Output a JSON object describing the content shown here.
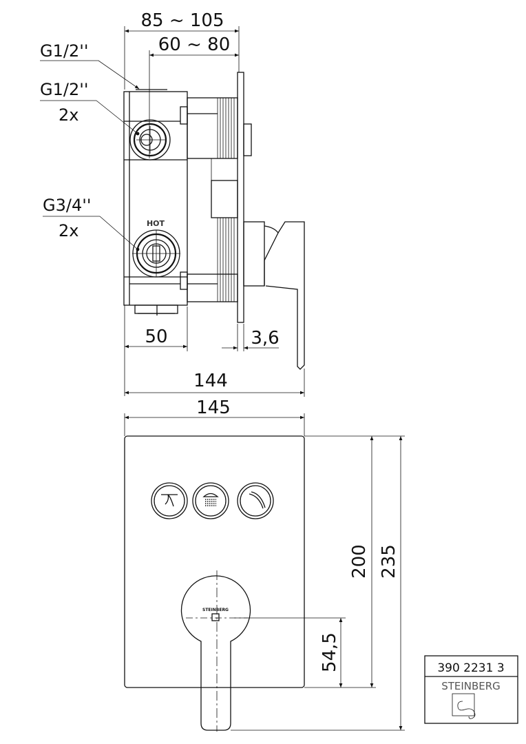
{
  "dimensions": {
    "depth_range_total": "85 ~ 105",
    "depth_range_inner": "60 ~ 80",
    "box_width": "50",
    "plate_thickness": "3,6",
    "side_total": "144",
    "front_width": "145",
    "front_height": "200",
    "total_height": "235",
    "handle_axis_height": "54,5"
  },
  "labels": {
    "connection_top": "G1/2''",
    "connection_outlet": "G1/2''",
    "connection_outlet_count": "2x",
    "connection_inlet": "G3/4''",
    "connection_inlet_count": "2x",
    "hot_marker": "HOT",
    "handle_brand": "STEINBERG"
  },
  "title_block": {
    "article_number": "390 2231 3",
    "brand": "STEINBERG"
  },
  "buttons": [
    "tub-spout-icon",
    "shower-head-icon",
    "hand-shower-icon"
  ]
}
